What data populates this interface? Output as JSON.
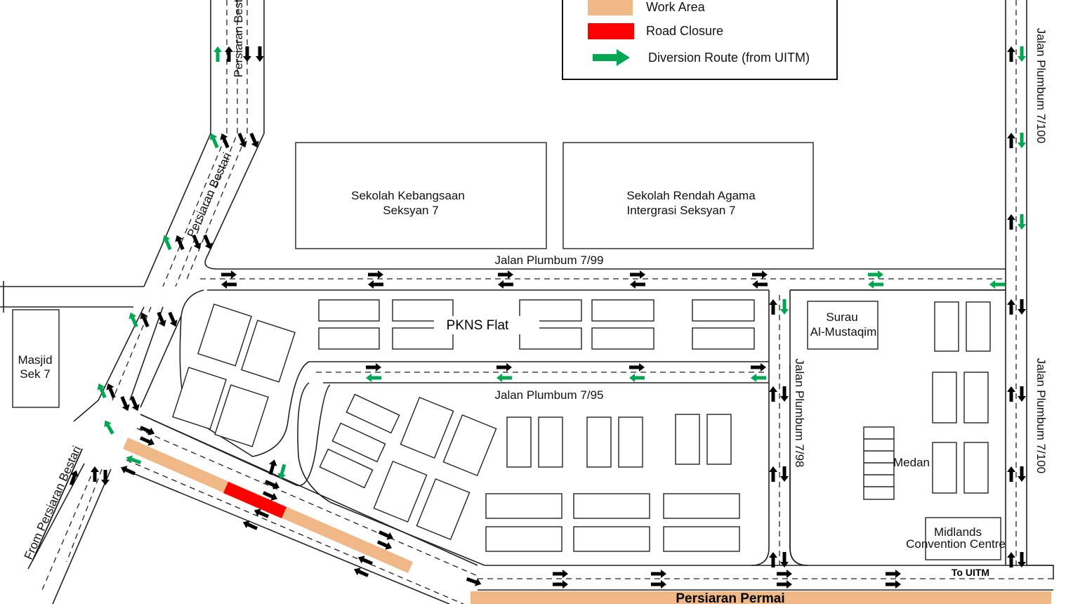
{
  "legend": {
    "items": [
      {
        "label": "Work Area",
        "color": "#f0b787"
      },
      {
        "label": "Road Closure",
        "color": "#ff0000"
      },
      {
        "label": "Diversion Route (from UITM)",
        "color": "#00a651"
      }
    ]
  },
  "roads": {
    "persiaran_bestari_top": "Persiaran Bestari",
    "persiaran_bestari_diag": "Persiaran Bestari",
    "from_persiaran_bestari": "From Persiaran Bestari",
    "jalan_7_99": "Jalan Plumbum 7/99",
    "jalan_7_95": "Jalan Plumbum 7/95",
    "jalan_7_98": "Jalan Plumbum 7/98",
    "jalan_7_100_a": "Jalan Plumbum 7/100",
    "jalan_7_100_b": "Jalan Plumbum 7/100",
    "persiaran_permai": "Persiaran Permai",
    "to_uitm": "To UITM"
  },
  "places": {
    "school1_line1": "Sekolah Kebangsaan",
    "school1_line2": "Seksyan 7",
    "school2_line1": "Sekolah Rendah Agama",
    "school2_line2": "Intergrasi Seksyan 7",
    "masjid_line1": "Masjid",
    "masjid_line2": "Sek 7",
    "pkns": "PKNS Flat",
    "surau_line1": "Surau",
    "surau_line2": "Al-Mustaqim",
    "medan": "Medan",
    "midlands_line1": "Midlands",
    "midlands_line2": "Convention Centre"
  },
  "colors": {
    "work_area": "#f0b787",
    "closure": "#ff0000",
    "diversion": "#00a651",
    "traffic": "#000000"
  }
}
